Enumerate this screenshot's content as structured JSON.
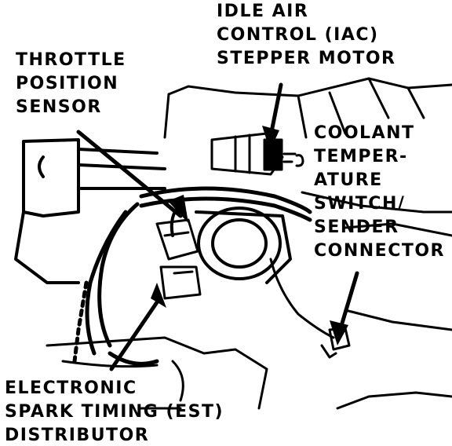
{
  "labels": {
    "iac": [
      "IDLE AIR",
      "CONTROL (IAC)",
      "STEPPER MOTOR"
    ],
    "tps": [
      "THROTTLE",
      "POSITION",
      "SENSOR"
    ],
    "coolant": [
      "COOLANT",
      "TEMPER-",
      "ATURE",
      "SWITCH/",
      "SENDER",
      "CONNECTOR"
    ],
    "est": [
      "ELECTRONIC",
      "SPARK TIMING (EST)",
      "DISTRIBUTOR"
    ]
  }
}
